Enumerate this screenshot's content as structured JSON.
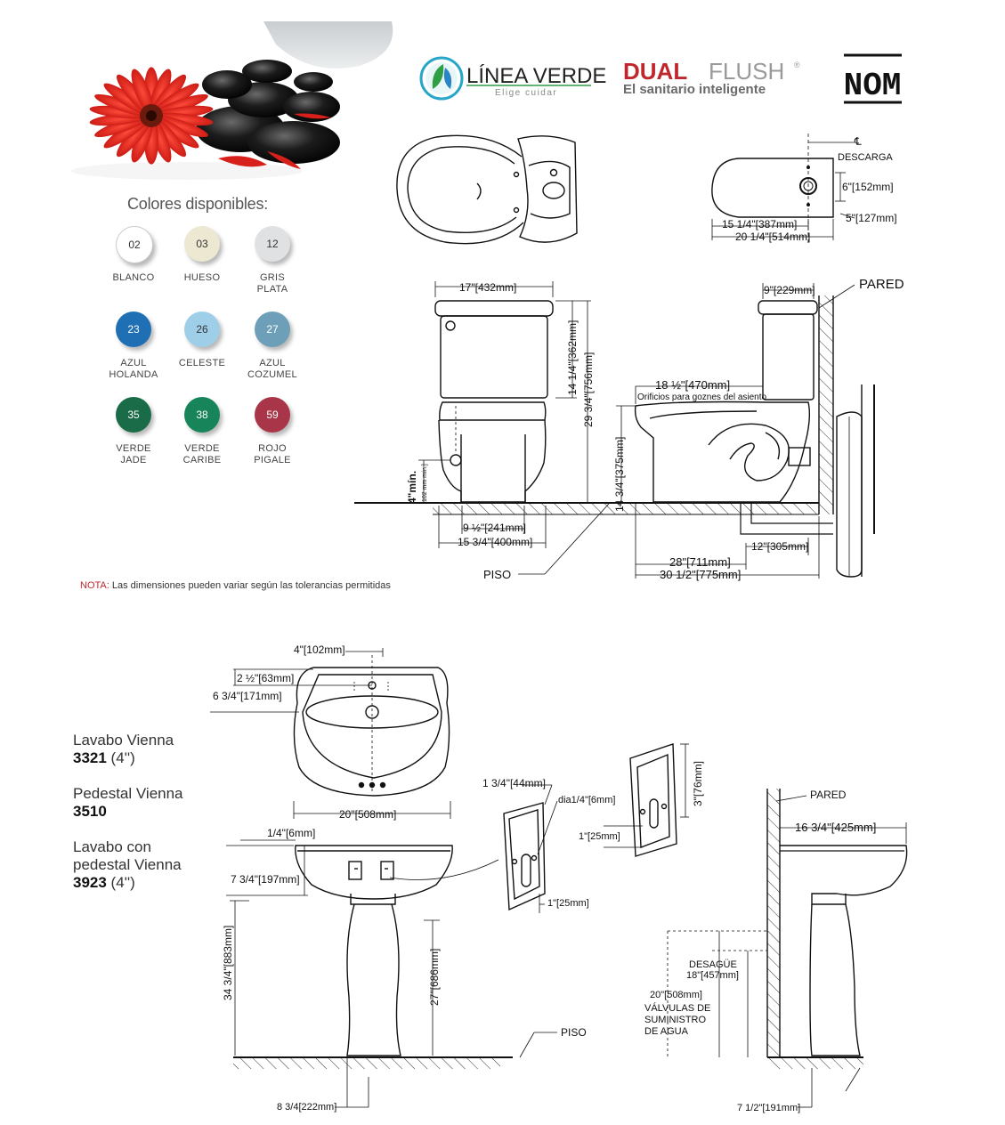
{
  "brand": {
    "linea_verde": {
      "title": "LÍNEA VERDE",
      "tagline": "Elige cuidar"
    },
    "dual_flush": {
      "word1": "DUAL",
      "word2": "FLUSH",
      "reg": "®",
      "subtitle": "El sanitario inteligente"
    },
    "nom": "NOM",
    "colors": {
      "red": "#c0272d",
      "green": "#2f8f3f",
      "gray": "#8c8c8c"
    }
  },
  "colors_title": "Colores disponibles:",
  "swatches": [
    {
      "code": "02",
      "label1": "BLANCO",
      "label2": "",
      "color": "#ffffff",
      "text": "#333"
    },
    {
      "code": "03",
      "label1": "HUESO",
      "label2": "",
      "color": "#ece8d2",
      "text": "#333"
    },
    {
      "code": "12",
      "label1": "GRIS",
      "label2": "PLATA",
      "color": "#dfe1e3",
      "text": "#333"
    },
    {
      "code": "23",
      "label1": "AZUL",
      "label2": "HOLANDA",
      "color": "#1e6fb3",
      "text": "#fff"
    },
    {
      "code": "26",
      "label1": "CELESTE",
      "label2": "",
      "color": "#9fcfe8",
      "text": "#333"
    },
    {
      "code": "27",
      "label1": "AZUL",
      "label2": "COZUMEL",
      "color": "#6e9fb8",
      "text": "#fff"
    },
    {
      "code": "35",
      "label1": "VERDE",
      "label2": "JADE",
      "color": "#1a6b47",
      "text": "#fff"
    },
    {
      "code": "38",
      "label1": "VERDE",
      "label2": "CARIBE",
      "color": "#17845a",
      "text": "#fff"
    },
    {
      "code": "59",
      "label1": "ROJO",
      "label2": "PIGALE",
      "color": "#a83548",
      "text": "#fff"
    }
  ],
  "note": {
    "prefix": "NOTA:",
    "text": " Las dimensiones pueden variar según las tolerancias permitidas"
  },
  "toilet": {
    "descarga": "DESCARGA",
    "centerline": "℄",
    "d_6": "6\"[152mm]",
    "d_5": "5\"[127mm]",
    "d_15_14": "15 1/4\"[387mm]",
    "d_20_14": "20 1/4\"[514mm]",
    "d_17": "17\"[432mm]",
    "d_14_14": "14 1/4\"[362mm]",
    "d_29_34": "29 3/4\"[756mm]",
    "d_4min": "4\"mín.",
    "d_4min_mm": "[102 mm mín.]",
    "d_9_12": "9 ½\"[241mm]",
    "d_15_34": "15 3/4\"[400mm]",
    "piso": "PISO",
    "d_9": "9\"[229mm]",
    "pared": "PARED",
    "d_18_12": "18 ½\"[470mm]",
    "orificios": "Orificios para goznes del asiento",
    "d_14_34": "14 3/4\"[375mm]",
    "d_12": "12\"[305mm]",
    "d_28": "28\"[711mm]",
    "d_30_12": "30 1/2\"[775mm]"
  },
  "products": [
    {
      "name": "Lavabo Vienna",
      "code": "3321",
      "suffix": " (4'')"
    },
    {
      "name": "Pedestal Vienna",
      "code": "3510",
      "suffix": ""
    },
    {
      "name": "Lavabo con pedestal Vienna",
      "name_l1": "Lavabo con",
      "name_l2": "pedestal Vienna",
      "code": "3923",
      "suffix": " (4'')"
    }
  ],
  "sink": {
    "d_4": "4\"[102mm]",
    "d_2_12": "2 ½\"[63mm]",
    "d_6_34": "6 3/4\"[171mm]",
    "d_20": "20\"[508mm]",
    "d_14": "1/4\"[6mm]",
    "d_7_34": "7 3/4\"[197mm]",
    "d_34_34": "34 3/4\"[883mm]",
    "d_27": "27\"[686mm]",
    "d_8_34": "8 3/4[222mm]",
    "piso": "PISO",
    "d_1_34": "1 3/4\"[44mm]",
    "d_dia": "dia1/4\"[6mm]",
    "d_1a": "1\"[25mm]",
    "d_1b": "1\"[25mm]",
    "d_3": "3\"[76mm]",
    "pared": "PARED",
    "d_16_34": "16 3/4\"[425mm]",
    "desague": "DESAGÜE",
    "d_18": "18\"[457mm]",
    "d_20b": "20\"[508mm]",
    "valvulas1": "VÁLVULAS DE",
    "valvulas2": "SUMINISTRO",
    "valvulas3": "DE AGUA",
    "d_7_12": "7 1/2\"[191mm]"
  }
}
